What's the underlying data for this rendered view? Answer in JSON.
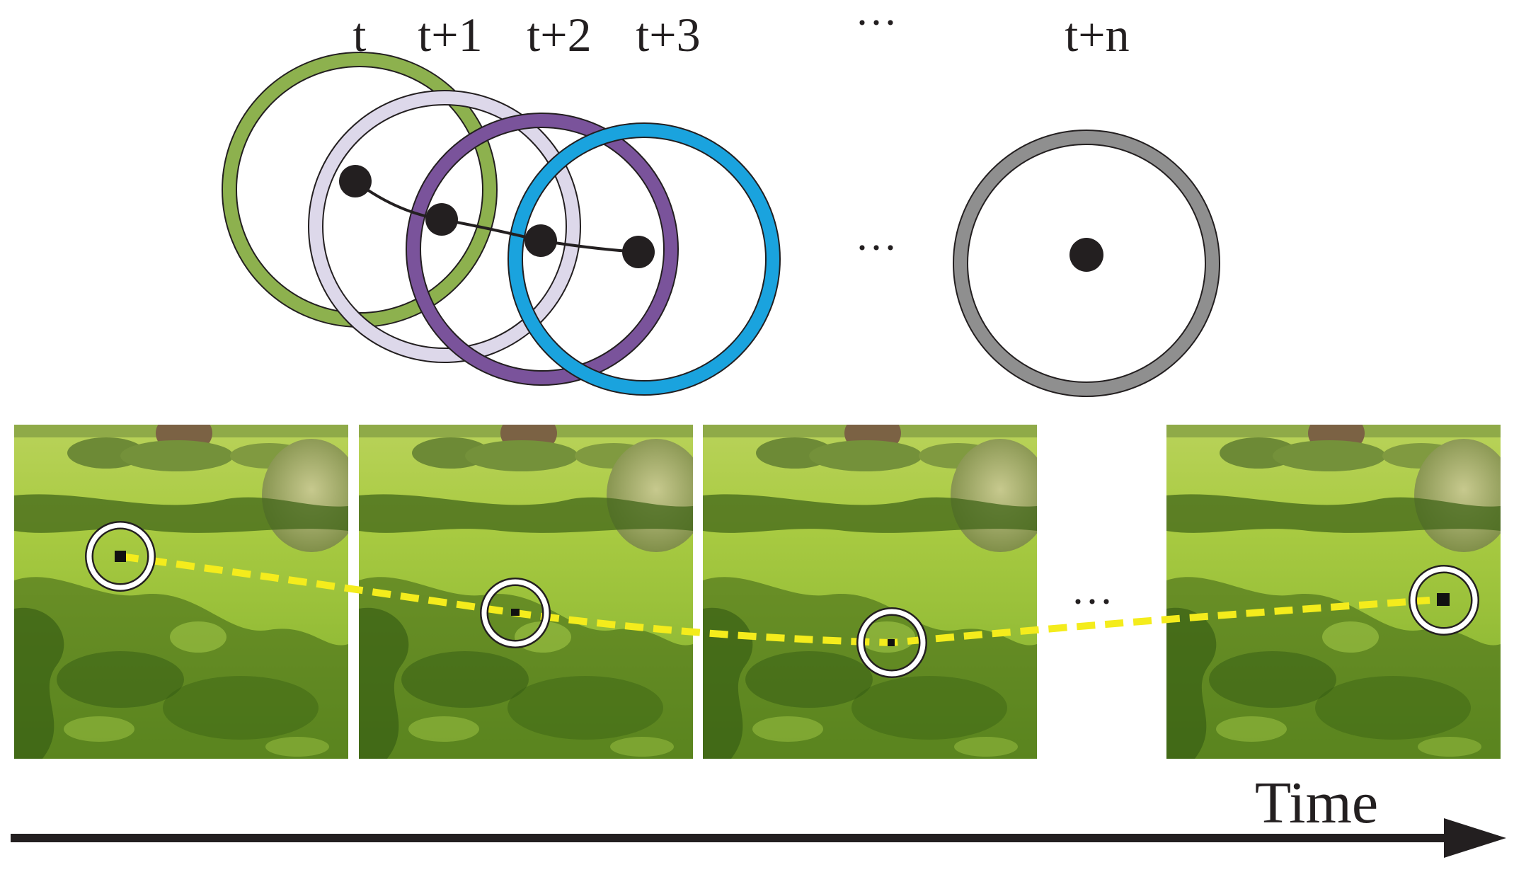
{
  "time_labels": [
    "t",
    "t+1",
    "t+2",
    "t+3",
    "t+n"
  ],
  "ellipsis": "···",
  "axis_label": "Time",
  "colors": {
    "ring_t": "#8db14e",
    "ring_t1": "#ddd8ea",
    "ring_t2": "#7a539b",
    "ring_t3": "#1aa3de",
    "ring_tn": "#8f8f8f",
    "trajectory": "#f4ec1c",
    "grass": "#9cc53c",
    "ink": "#231f20"
  },
  "frames": [
    "frame-t",
    "frame-t1",
    "frame-t2",
    "frame-tn"
  ]
}
